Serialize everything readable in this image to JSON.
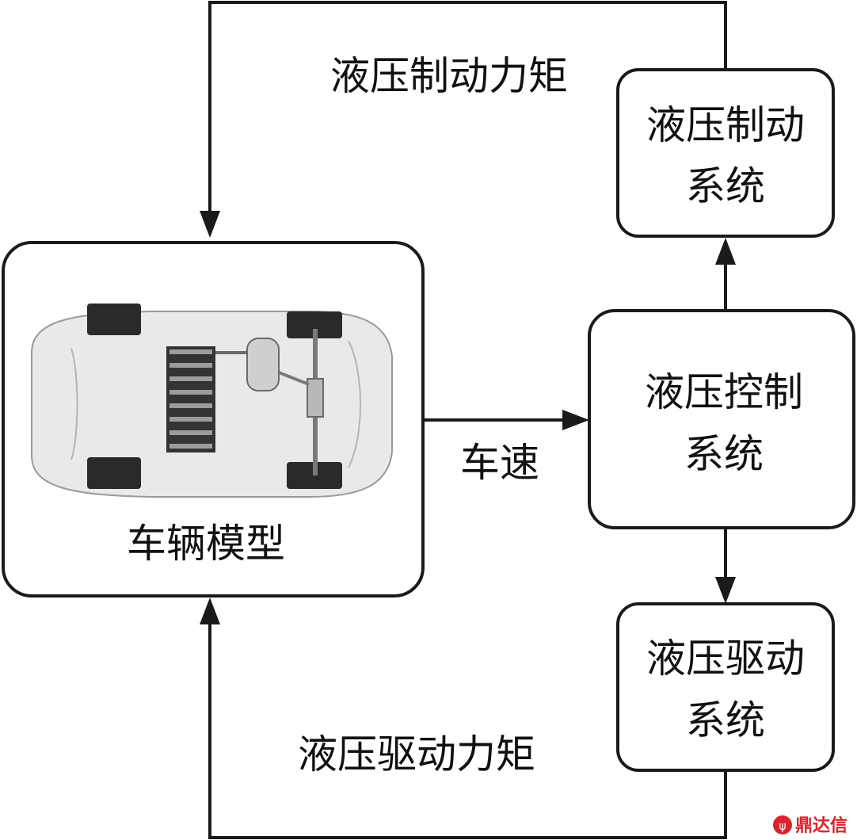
{
  "nodes": {
    "vehicle": "车辆模型",
    "control": [
      "液压控制",
      "系统"
    ],
    "brake": [
      "液压制动",
      "系统"
    ],
    "drive": [
      "液压驱动",
      "系统"
    ]
  },
  "edges": {
    "speed": "车速",
    "brake_torque": "液压制动力矩",
    "drive_torque": "液压驱动力矩"
  },
  "watermark": "鼎达信",
  "colors": {
    "stroke": "#1a1a1a",
    "watermark": "#d9232d"
  }
}
